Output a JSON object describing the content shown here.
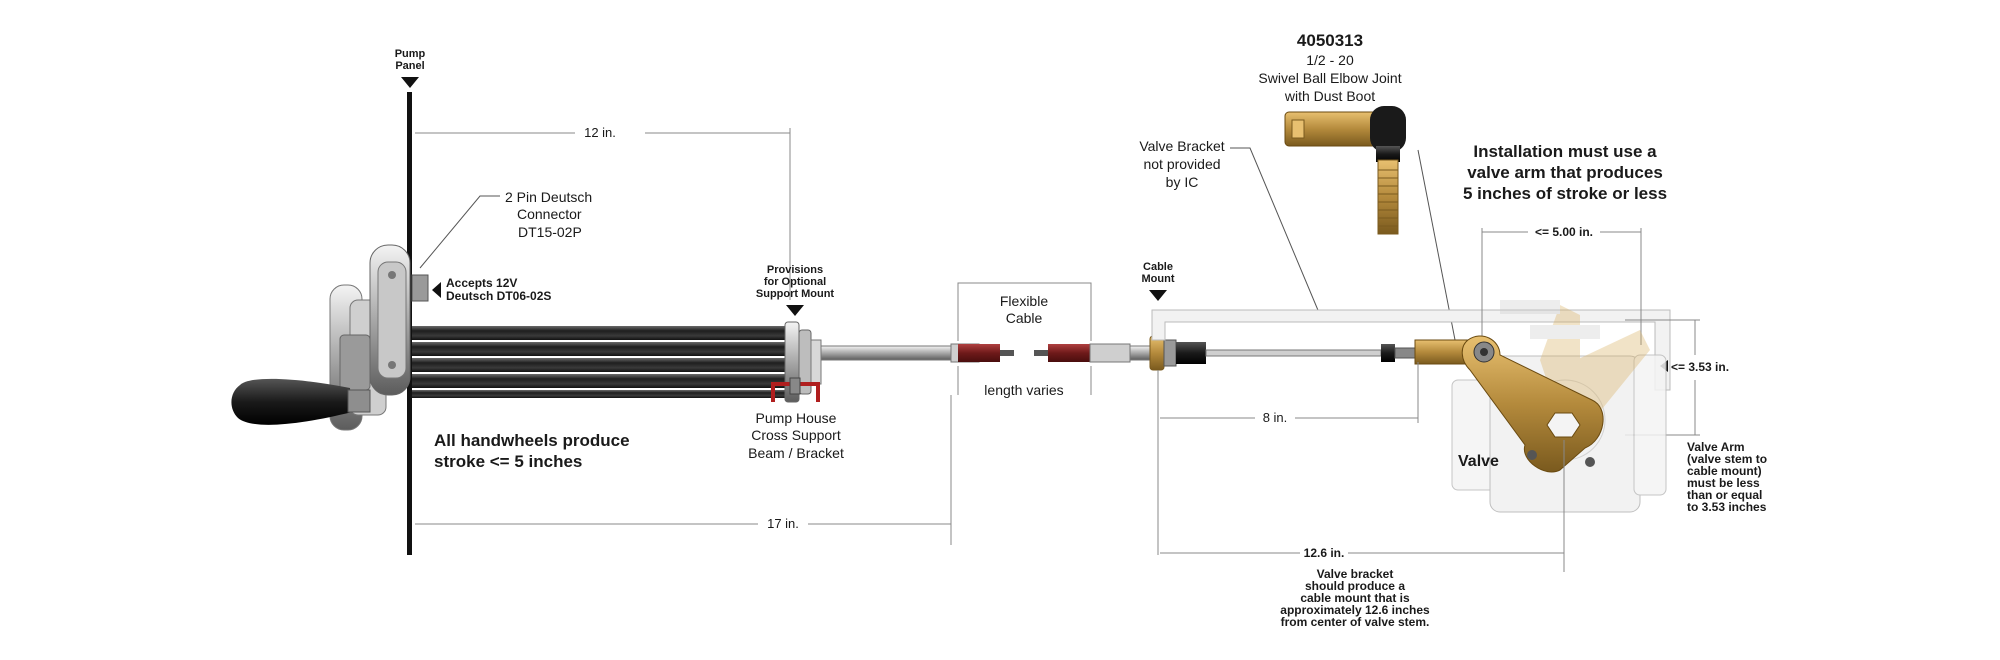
{
  "labels": {
    "pump_panel_1": "Pump",
    "pump_panel_2": "Panel",
    "dim_12": "12 in.",
    "connector_1": "2 Pin Deutsch",
    "connector_2": "Connector",
    "connector_3": "DT15-02P",
    "accepts_1": "Accepts 12V",
    "accepts_2": "Deutsch DT06-02S",
    "provisions_1": "Provisions",
    "provisions_2": "for Optional",
    "provisions_3": "Support Mount",
    "flex_1": "Flexible",
    "flex_2": "Cable",
    "length_varies": "length varies",
    "pump_house_1": "Pump House",
    "pump_house_2": "Cross Support",
    "pump_house_3": "Beam /  Bracket",
    "handwheels_1": "All handwheels produce",
    "handwheels_2": "stroke <= 5 inches",
    "dim_17": "17 in.",
    "cable_mount_1": "Cable",
    "cable_mount_2": "Mount",
    "part_number": "4050313",
    "part_desc_1": "1/2 - 20",
    "part_desc_2": "Swivel Ball Elbow Joint",
    "part_desc_3": "with Dust Boot",
    "valve_bracket_1": "Valve Bracket",
    "valve_bracket_2": "not provided",
    "valve_bracket_3": "by IC",
    "install_1": "Installation must use a",
    "install_2": "valve arm that produces",
    "install_3": "5 inches of stroke or less",
    "dim_500": "<= 5.00 in.",
    "dim_353": "<= 3.53 in.",
    "dim_8": "8 in.",
    "valve": "Valve",
    "valve_arm_1": "Valve Arm",
    "valve_arm_2": "(valve stem to",
    "valve_arm_3": "cable mount)",
    "valve_arm_4": "must be less",
    "valve_arm_5": "than or equal",
    "valve_arm_6": "to 3.53 inches",
    "dim_126": "12.6 in.",
    "bracket_note_1": "Valve bracket",
    "bracket_note_2": "should produce a",
    "bracket_note_3": "cable mount that is",
    "bracket_note_4": "approximately 12.6 inches",
    "bracket_note_5": "from center of valve stem."
  },
  "colors": {
    "brass": "#b48a3c",
    "brass_light": "#d9b060",
    "dark_red": "#7a1e1e",
    "bracket_red": "#b01e1e",
    "tube": "#2a2a2a"
  }
}
